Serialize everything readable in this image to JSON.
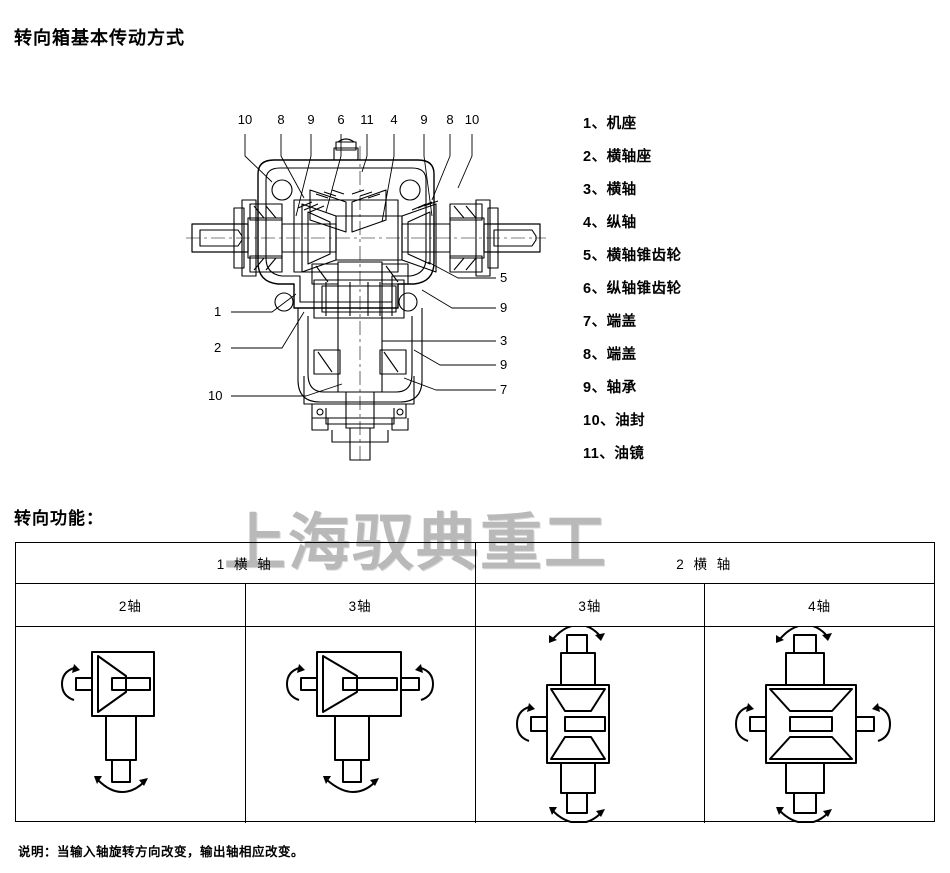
{
  "title": "转向箱基本传动方式",
  "section_title": "转向功能：",
  "watermark": "上海驭典重工",
  "footer_note": "说明：当输入轴旋转方向改变，输出轴相应改变。",
  "legend": {
    "items": [
      "1、机座",
      "2、横轴座",
      "3、横轴",
      "4、纵轴",
      "5、横轴锥齿轮",
      "6、纵轴锥齿轮",
      "7、端盖",
      "8、端盖",
      "9、轴承",
      "10、油封",
      "11、油镜"
    ]
  },
  "diagram": {
    "callouts_top": [
      "10",
      "8",
      "9",
      "6",
      "11",
      "4",
      "9",
      "8",
      "10"
    ],
    "callouts_left": [
      "1",
      "2",
      "10"
    ],
    "callouts_right": [
      "5",
      "9",
      "3",
      "9",
      "7"
    ]
  },
  "table": {
    "group_headers": [
      "1 横 轴",
      "2 横 轴"
    ],
    "sub_headers": [
      "2轴",
      "3轴",
      "3轴",
      "4轴"
    ],
    "cells": [
      {
        "name": "gearbox-2-shaft",
        "shafts": [
          "left",
          "bottom"
        ]
      },
      {
        "name": "gearbox-3-shaft-horizontal",
        "shafts": [
          "left",
          "right",
          "bottom"
        ]
      },
      {
        "name": "gearbox-3-shaft-vertical",
        "shafts": [
          "left",
          "top",
          "bottom"
        ]
      },
      {
        "name": "gearbox-4-shaft",
        "shafts": [
          "left",
          "right",
          "top",
          "bottom"
        ]
      }
    ]
  },
  "colors": {
    "line": "#000000",
    "watermark": "#b9b9b9",
    "background": "#ffffff"
  }
}
